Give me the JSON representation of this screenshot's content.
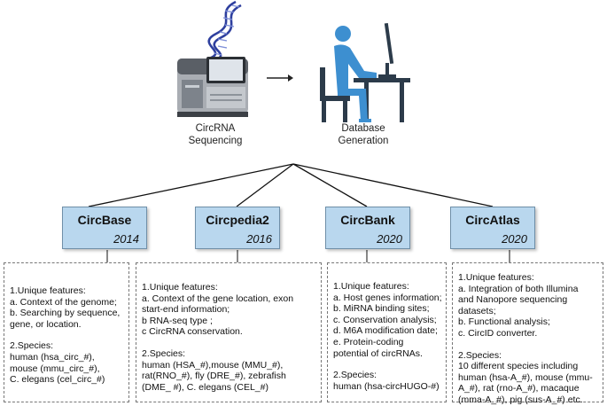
{
  "top": {
    "sequencing_line1": "CircRNA",
    "sequencing_line2": "Sequencing",
    "generation_line1": "Database",
    "generation_line2": "Generation"
  },
  "databases": [
    {
      "name": "CircBase",
      "year": "2014",
      "features_title": "1.Unique features:",
      "features": [
        "a. Context of the genome;",
        "b. Searching by sequence,",
        "gene, or location."
      ],
      "species_title": "2.Species:",
      "species": [
        "human (hsa_circ_#),",
        "mouse (mmu_circ_#),",
        "C. elegans (cel_circ_#)"
      ]
    },
    {
      "name": "Circpedia2",
      "year": "2016",
      "features_title": "1.Unique features:",
      "features": [
        "a. Context of the gene location, exon",
        "start-end information;",
        "b RNA-seq type ;",
        "c CircRNA conservation."
      ],
      "species_title": "2.Species:",
      "species": [
        "human (HSA_#),mouse (MMU_#),",
        "rat(RNO_#), fly (DRE_#), zebrafish",
        "(DME_ #), C. elegans (CEL_#)"
      ]
    },
    {
      "name": "CircBank",
      "year": "2020",
      "features_title": "1.Unique features:",
      "features": [
        "a. Host genes information;",
        "b. MiRNA binding sites;",
        "c. Conservation analysis;",
        "d. M6A modification date;",
        "e. Protein-coding",
        "potential of circRNAs."
      ],
      "species_title": "2.Species:",
      "species": [
        "human (hsa-circHUGO-#)"
      ]
    },
    {
      "name": "CircAtlas",
      "year": "2020",
      "features_title": "1.Unique features:",
      "features": [
        "a. Integration of both Illumina",
        "and Nanopore sequencing",
        "datasets;",
        "b. Functional analysis;",
        "c. CircID converter."
      ],
      "species_title": "2.Species:",
      "species": [
        "10 different species including",
        "human (hsa-A_#), mouse (mmu-",
        "A_#), rat (rno-A_#), macaque",
        "(mma-A_#), pig  (sus-A_#) etc."
      ]
    }
  ],
  "colors": {
    "box_fill": "#b9d7ee",
    "box_border": "#6f8fa8",
    "person": "#3d8fd0",
    "dna": "#2e3f9e"
  },
  "icons": [
    "sequencer-machine-icon",
    "dna-helix-icon",
    "arrow-right-icon",
    "person-at-computer-icon"
  ]
}
